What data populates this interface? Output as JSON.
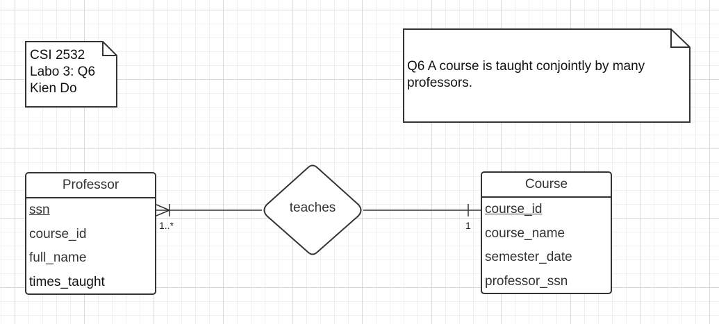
{
  "notes": {
    "author_note": {
      "lines": [
        "CSI 2532",
        "Labo 3: Q6",
        "Kien Do"
      ]
    },
    "question_note": {
      "lines": [
        "Q6 A course is taught conjointly by many",
        "professors."
      ]
    }
  },
  "entities": {
    "professor": {
      "name": "Professor",
      "attributes": [
        {
          "label": "ssn",
          "key": true
        },
        {
          "label": "course_id",
          "key": false
        },
        {
          "label": "full_name",
          "key": false
        },
        {
          "label": "times_taught",
          "key": false
        }
      ]
    },
    "course": {
      "name": "Course",
      "attributes": [
        {
          "label": "course_id",
          "key": true
        },
        {
          "label": "course_name",
          "key": false
        },
        {
          "label": "semester_date",
          "key": false
        },
        {
          "label": "professor_ssn",
          "key": false
        }
      ]
    }
  },
  "relationship": {
    "name": "teaches",
    "professor_cardinality": "1..*",
    "course_cardinality": "1"
  },
  "colors": {
    "stroke": "#333333",
    "grid_major": "#d9d9d9",
    "grid_minor": "#efefef"
  }
}
